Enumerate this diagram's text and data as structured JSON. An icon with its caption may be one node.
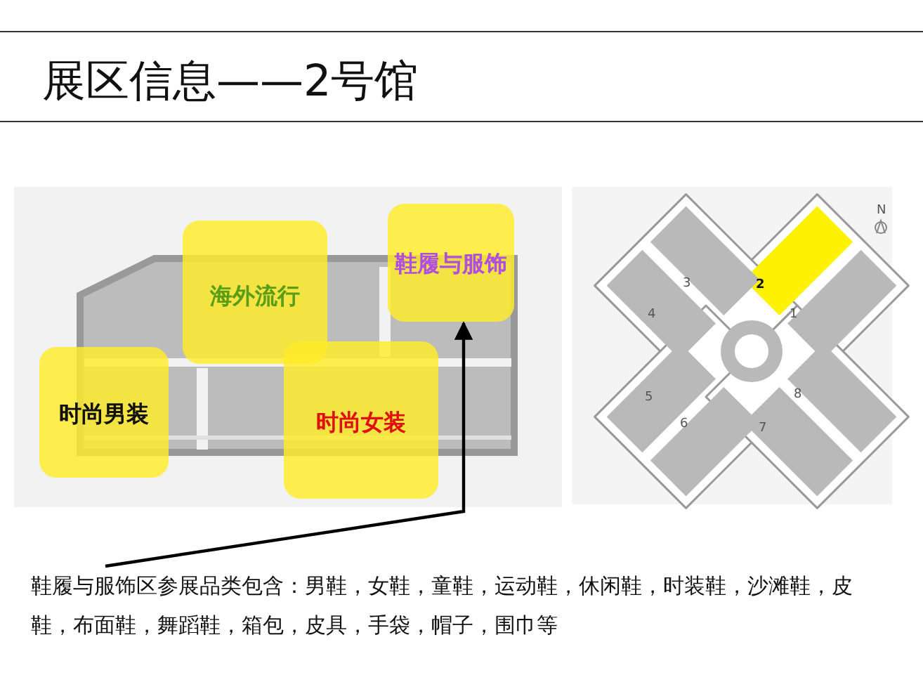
{
  "diagram": {
    "title": "展区信息——2号馆",
    "nodes": [
      {
        "text": [
          "鞋履与服饰"
        ]
      },
      {
        "text": [
          "海外流行"
        ]
      },
      {
        "text": [
          "时尚男装"
        ]
      },
      {
        "text": [
          "时尚女装"
        ]
      },
      {
        "text": [
          "鞋履与服饰区参展品类包含：男鞋，女鞋，童鞋，运动鞋，休闲鞋，时装鞋，沙滩鞋，皮鞋，布面鞋，舞蹈鞋，箱包，皮具，手袋，帽子，围巾等"
        ]
      }
    ],
    "edges": [
      {
        "from": 4,
        "to": 0,
        "arrow": "to"
      }
    ],
    "labels": [
      "N",
      "3",
      "2",
      "4",
      "1",
      "5",
      "8",
      "6",
      "7"
    ]
  }
}
